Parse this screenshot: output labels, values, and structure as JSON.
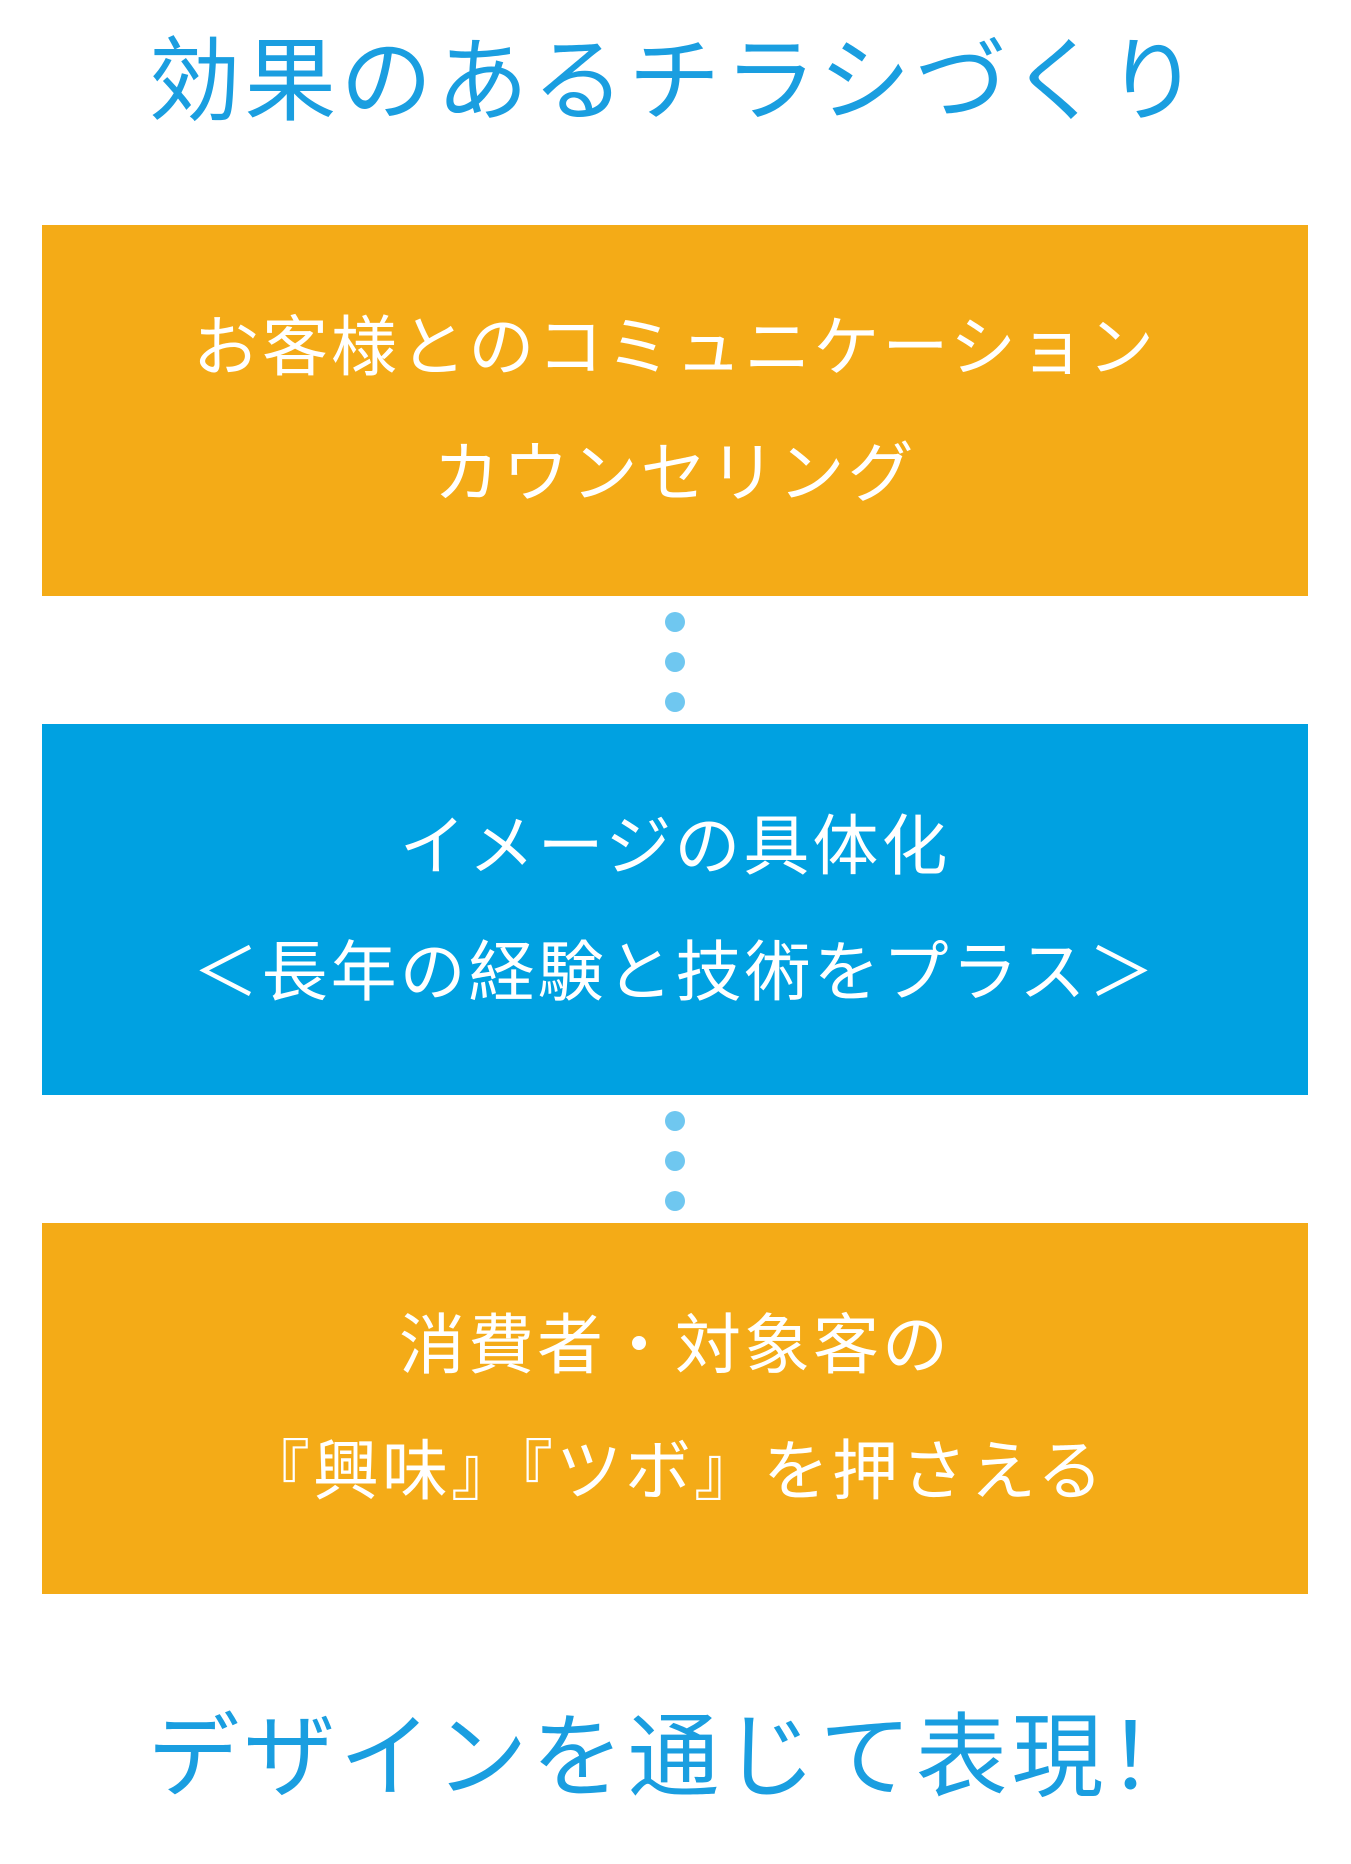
{
  "title": "効果のあるチラシづくり",
  "steps": [
    {
      "line1": "お客様とのコミュニケーション",
      "line2": "カウンセリング",
      "color": "#f4ab17"
    },
    {
      "line1": "イメージの具体化",
      "line2": "＜長年の経験と技術をプラス＞",
      "color": "#00a1e1"
    },
    {
      "line1": "消費者・対象客の",
      "line2": "『興味』『ツボ』を押さえる",
      "color": "#f4ab17"
    }
  ],
  "conclusion": "デザインを通じて表現！",
  "colors": {
    "accent_text": "#1a9ee0",
    "connector_dots": "#6fc7f0"
  }
}
